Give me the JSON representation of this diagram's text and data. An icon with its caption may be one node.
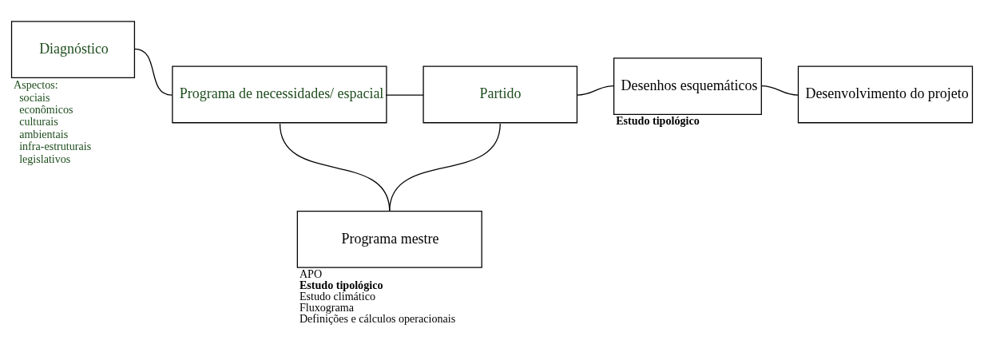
{
  "diagram": {
    "nodes": [
      {
        "text": [
          "Diagnóstico"
        ],
        "beside": [
          "Aspectos:",
          "sociais",
          "econômicos",
          "culturais",
          "ambientais",
          "infra-estruturais",
          "legislativos"
        ]
      },
      {
        "text": [
          "Programa de necessidades/ espacial"
        ]
      },
      {
        "text": [
          "Partido"
        ]
      },
      {
        "text": [
          "Desenhos esquemáticos"
        ],
        "beside": [
          "Estudo tipológico"
        ]
      },
      {
        "text": [
          "Desenvolvimento do projeto"
        ]
      },
      {
        "text": [
          "Programa mestre"
        ],
        "beside": [
          "APO",
          "Estudo tipológico",
          "Estudo climático",
          "Fluxograma",
          "Definições e cálculos operacionais"
        ]
      }
    ],
    "edges": [
      {
        "from": 0,
        "to": 1,
        "arrow": "none"
      },
      {
        "from": 1,
        "to": 2,
        "arrow": "none"
      },
      {
        "from": 2,
        "to": 3,
        "arrow": "none"
      },
      {
        "from": 3,
        "to": 4,
        "arrow": "none"
      },
      {
        "from": 1,
        "to": 5,
        "arrow": "none"
      },
      {
        "from": 2,
        "to": 5,
        "arrow": "none"
      }
    ]
  }
}
